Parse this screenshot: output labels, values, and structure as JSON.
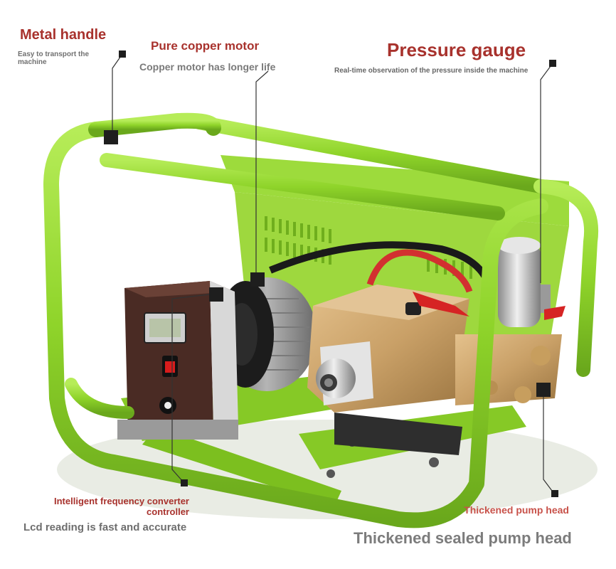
{
  "callouts": {
    "metal_handle": {
      "title": "Metal handle",
      "subtitle": "Easy to transport the machine"
    },
    "copper_motor": {
      "title": "Pure copper motor",
      "subtitle": "Copper motor has longer life"
    },
    "pressure_gauge": {
      "title": "Pressure gauge",
      "subtitle": "Real-time observation of the pressure inside the machine"
    },
    "converter": {
      "title": "Intelligent frequency converter controller",
      "subtitle": "Lcd reading is fast and accurate"
    },
    "pump_head": {
      "title": "Thickened pump head",
      "subtitle": "Thickened sealed pump head"
    }
  },
  "colors": {
    "frame_green": "#8fd42a",
    "frame_dark": "#6aa81c",
    "title_red": "#a8322d",
    "brass": "#c9a067",
    "controller": "#4a2b24"
  }
}
